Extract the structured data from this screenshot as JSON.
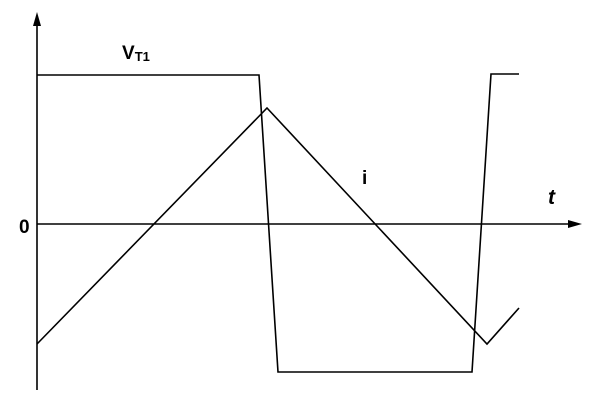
{
  "diagram": {
    "voltage_label_main": "V",
    "voltage_label_sub": "T1",
    "current_label": "i",
    "time_axis_label": "t",
    "origin_label": "0",
    "line_color": "#000000",
    "background_color": "#ffffff"
  }
}
